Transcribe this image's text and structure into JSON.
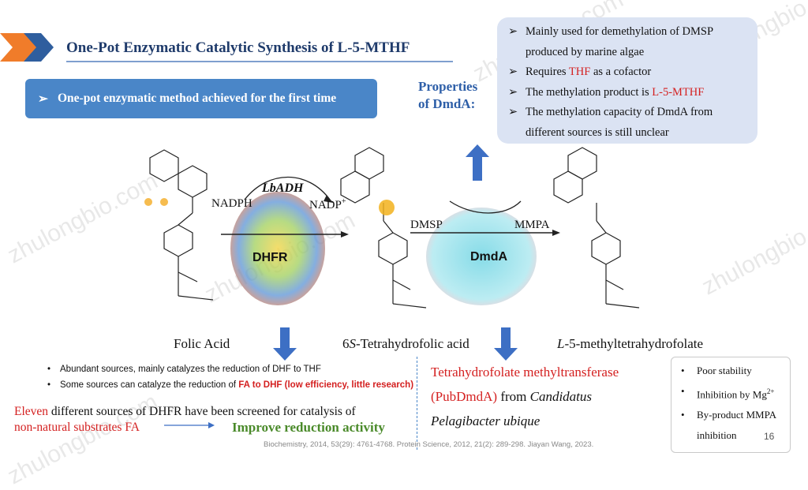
{
  "title": "One-Pot Enzymatic Catalytic Synthesis of L-5-MTHF",
  "banner": {
    "arrow": "➢",
    "text": "One-pot enzymatic method achieved for the first time"
  },
  "properties": {
    "label_line1": "Properties",
    "label_line2": "of DmdA:",
    "items": [
      {
        "pre": "Mainly used for demethylation of DMSP produced by marine algae",
        "red": "",
        "post": ""
      },
      {
        "pre": "Requires ",
        "red": "THF",
        "post": " as a cofactor"
      },
      {
        "pre": "The methylation product is ",
        "red": "L-5-MTHF",
        "post": ""
      },
      {
        "pre": "The methylation capacity of DmdA from different sources is still unclear",
        "red": "",
        "post": ""
      }
    ],
    "bullet": "➢"
  },
  "scheme": {
    "lbadh": "LbADH",
    "nadph": "NADPH",
    "nadp": "NADP",
    "nadp_sup": "+",
    "dhfr": "DHFR",
    "dmsp": "DMSP",
    "mmpa": "MMPA",
    "dmda": "DmdA",
    "folic_acid": "Folic Acid",
    "thf_label_prefix": "6",
    "thf_label_s": "S",
    "thf_label_rest": "-Tetrahydrofolic acid",
    "mthf_label_prefix": "L",
    "mthf_label_rest": "-5-methyltetrahydrofolate"
  },
  "notes": {
    "line1": "Abundant sources, mainly catalyzes the reduction of DHF to THF",
    "line2_pre": "Some sources can catalyze the reduction of ",
    "line2_red": "FA to DHF (low efficiency, little research)"
  },
  "screening": {
    "red1": "Eleven",
    "text1": " different sources of DHFR have been screened for catalysis of",
    "red2": "non-natural substrates FA",
    "improve": "Improve reduction activity"
  },
  "pubdmda": {
    "red": "Tetrahydrofolate methyltransferase (PubDmdA)",
    "from": " from ",
    "italic": "Candidatus Pelagibacter ubique"
  },
  "limitations": [
    "Poor stability",
    "Inhibition by Mg",
    "By-product MMPA inhibition"
  ],
  "mg_sup": "2+",
  "page_number": "16",
  "citation": "Biochemistry, 2014, 53(29): 4761-4768. Protein Science, 2012, 21(2): 289-298. Jiayan Wang, 2023.",
  "watermark": "zhulongbio.com",
  "colors": {
    "title": "#1f3b6b",
    "banner": "#4a86c8",
    "accent_red": "#d42020",
    "improve_green": "#4a8a2a",
    "arrow_blue": "#3d6fc4",
    "props_bg": "#dbe3f3"
  }
}
